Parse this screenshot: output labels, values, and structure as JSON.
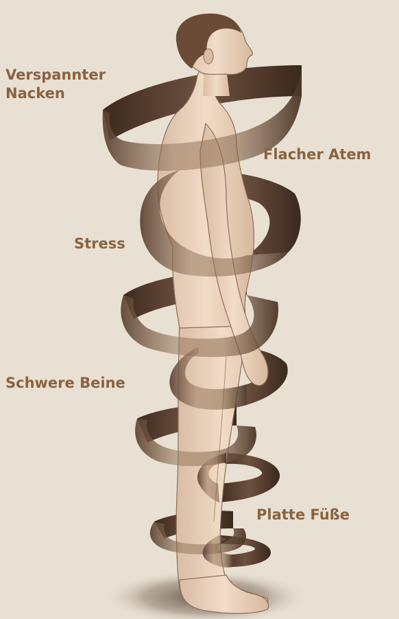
{
  "labels": {
    "neck": {
      "line1": "Verspannter",
      "line2": "Nacken"
    },
    "breath": "Flacher Atem",
    "stress": "Stress",
    "legs": "Schwere Beine",
    "feet": "Platte Füße"
  },
  "colors": {
    "background": "#e8e0d3",
    "label_text": "#8a6340",
    "ribbon_dark": "#4a3526",
    "ribbon_mid": "#7a5a42",
    "ribbon_light": "#a88a70",
    "skin": "#e9d2bd",
    "hair": "#6b4a36"
  }
}
